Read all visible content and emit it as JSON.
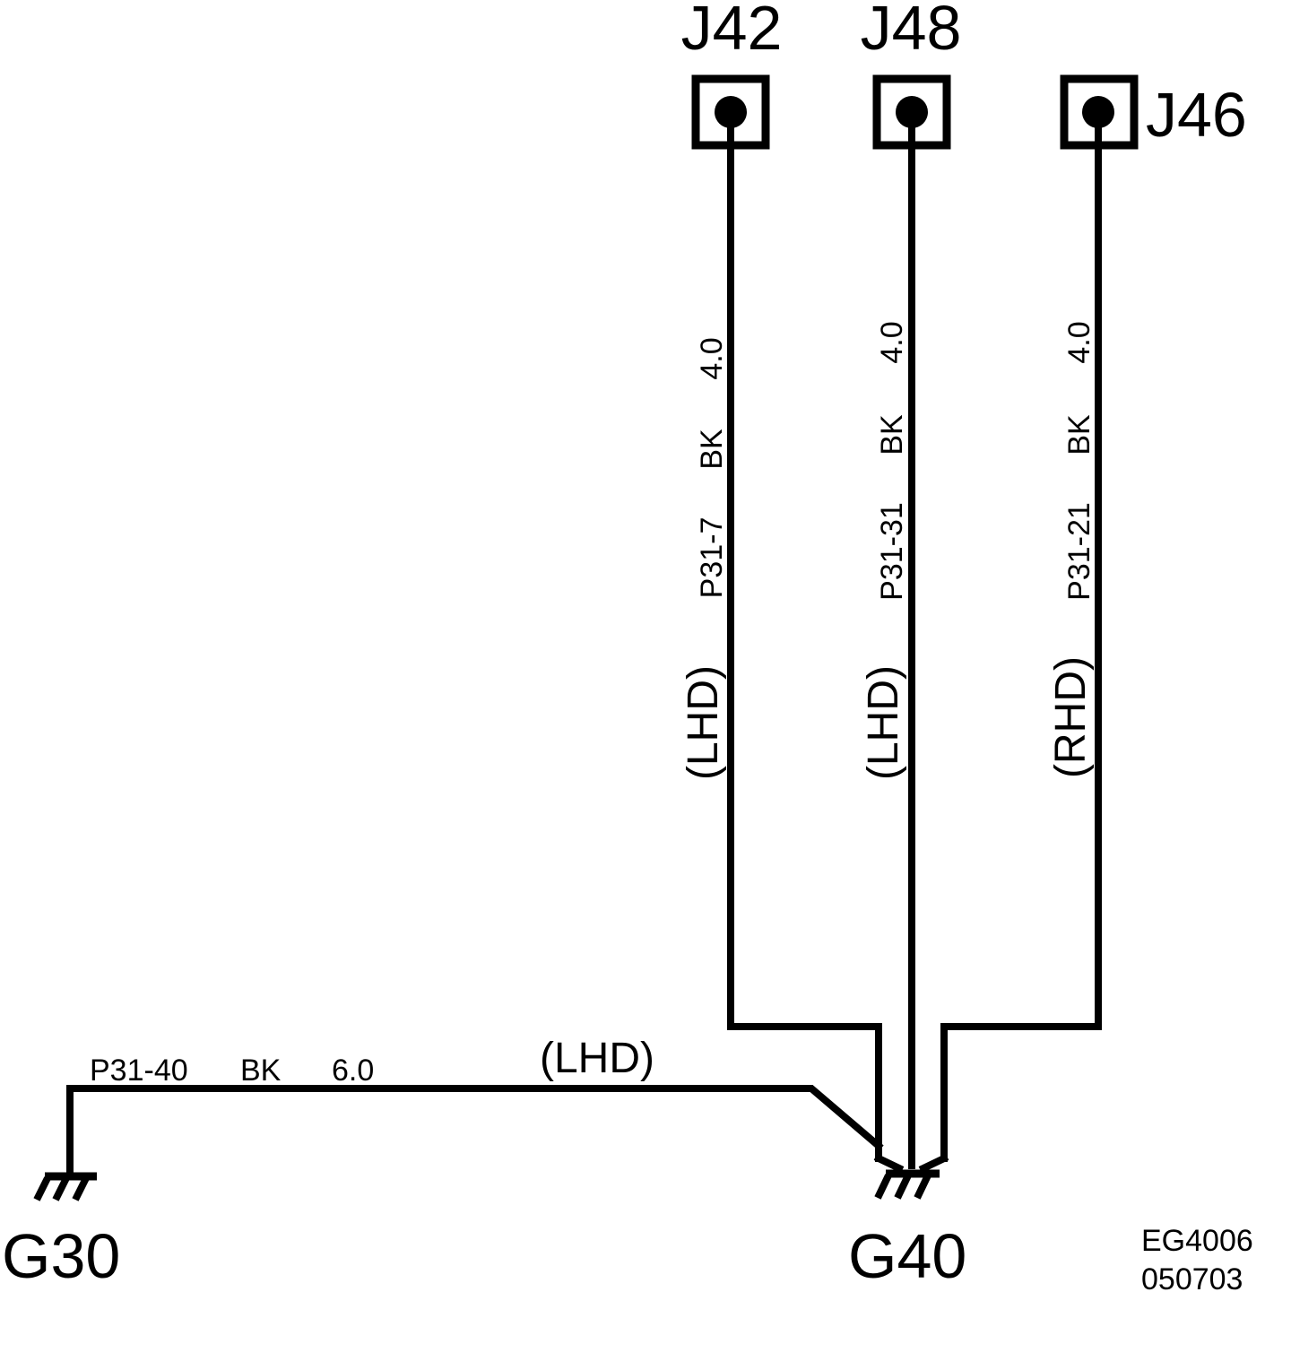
{
  "connectors": {
    "j42": "J42",
    "j48": "J48",
    "j46": "J46"
  },
  "grounds": {
    "g30": "G30",
    "g40": "G40"
  },
  "wires": {
    "w1": {
      "pin": "P31-7",
      "color": "BK",
      "size": "4.0",
      "variant": "(LHD)"
    },
    "w2": {
      "pin": "P31-31",
      "color": "BK",
      "size": "4.0",
      "variant": "(LHD)"
    },
    "w3": {
      "pin": "P31-21",
      "color": "BK",
      "size": "4.0",
      "variant": "(RHD)"
    },
    "w4": {
      "pin": "P31-40",
      "color": "BK",
      "size": "6.0",
      "variant": "(LHD)"
    }
  },
  "reference": {
    "code": "EG4006",
    "date": "050703"
  }
}
